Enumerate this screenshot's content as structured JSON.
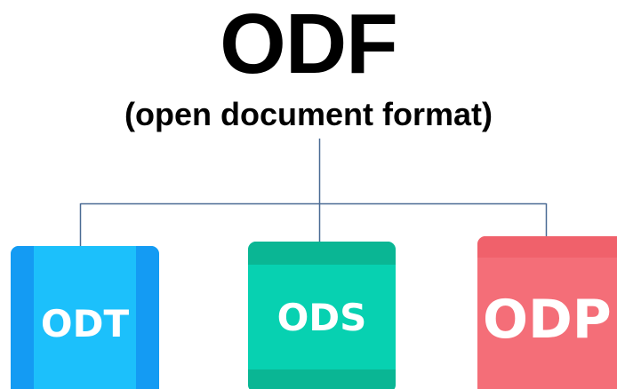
{
  "title": "ODF",
  "subtitle": "(open document format)",
  "tiles": [
    {
      "label": "ODT",
      "color": "#1cc0fb",
      "accent": "#149bf3"
    },
    {
      "label": "ODS",
      "color": "#07d1b1",
      "accent": "#0ab694"
    },
    {
      "label": "ODP",
      "color": "#f46e78",
      "accent": "#f0616b"
    }
  ],
  "connector_color": "#4a6b94"
}
